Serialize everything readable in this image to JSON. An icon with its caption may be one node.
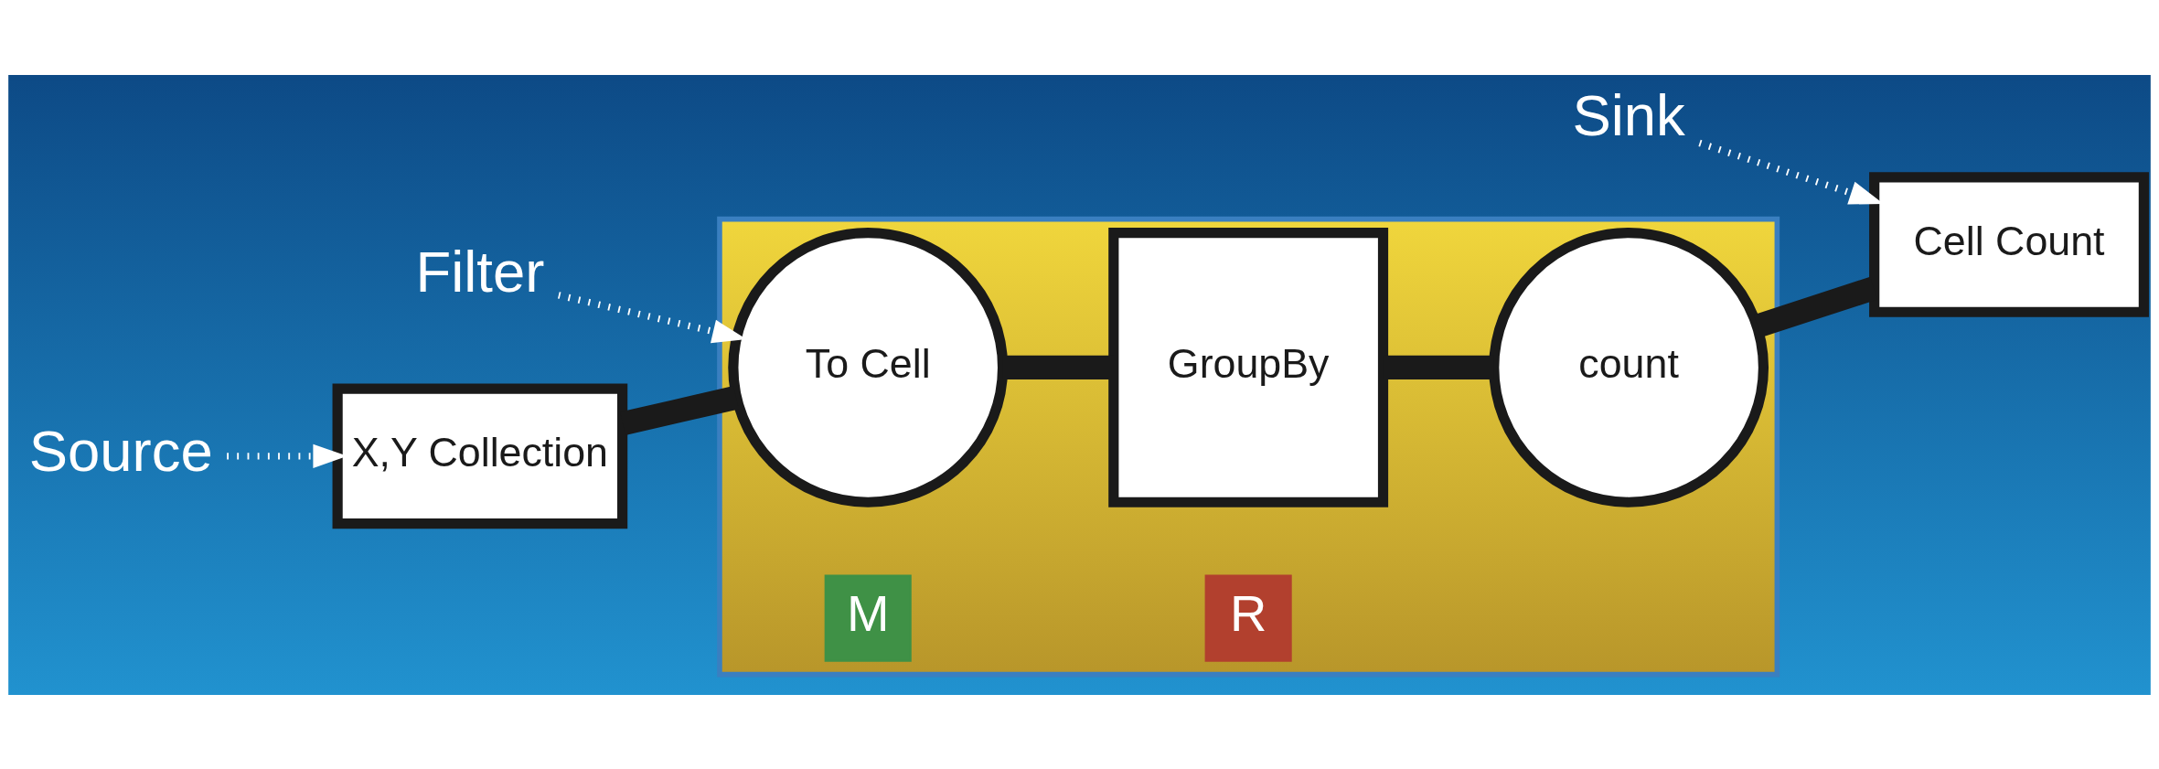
{
  "diagram": {
    "nodes": [
      {
        "text": [
          "X,Y Collection"
        ]
      },
      {
        "text": [],
        "shape": "box"
      },
      {
        "text": [
          "To Cell"
        ],
        "in": 1
      },
      {
        "text": [
          "M"
        ],
        "in": 1
      },
      {
        "text": [
          "GroupBy"
        ],
        "in": 1
      },
      {
        "text": [
          "R"
        ],
        "in": 1
      },
      {
        "text": [
          "count"
        ],
        "in": 1
      },
      {
        "text": [
          "Cell Count"
        ]
      },
      {
        "text": [
          "Source"
        ]
      },
      {
        "text": [
          "Filter"
        ]
      },
      {
        "text": [
          "Sink"
        ]
      }
    ],
    "edges": [
      {
        "from": 0,
        "to": 2,
        "arrow": "none"
      },
      {
        "from": 2,
        "to": 4,
        "arrow": "none"
      },
      {
        "from": 4,
        "to": 6,
        "arrow": "none"
      },
      {
        "from": 6,
        "to": 7,
        "arrow": "none"
      },
      {
        "from": 8,
        "to": 0,
        "arrow": "to",
        "style": "dashed",
        "color": "#ffffff"
      },
      {
        "from": 9,
        "to": 2,
        "arrow": "to",
        "style": "dashed",
        "color": "#ffffff"
      },
      {
        "from": 10,
        "to": 7,
        "arrow": "to",
        "style": "dashed",
        "color": "#ffffff"
      }
    ]
  }
}
